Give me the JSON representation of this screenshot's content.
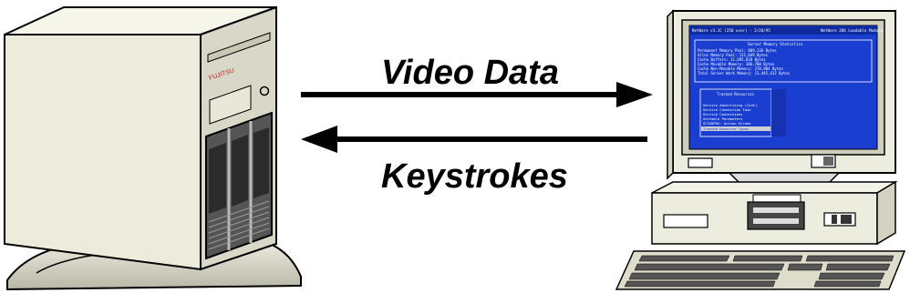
{
  "diagram": {
    "arrow_top_label": "Video Data",
    "arrow_bottom_label": "Keystrokes"
  },
  "server": {
    "brand": "FUJITSU"
  },
  "monitor_screen": {
    "title_left": "NetWare v3.1C (250 user) - 2/20/95",
    "title_right": "NetWare 386 Loadable Module",
    "panel_title": "Server Memory Statistics",
    "stats": [
      "Permanent Memory Pool:      809,136 Bytes",
      "Alloc Memory Pool:          111,649 Bytes",
      "Cache Buffers:           11,695,820 Bytes",
      "Cache Movable Memory:       306,708 Bytes",
      "Cache Non-Movable Memory:   278,904 Bytes",
      "Total Server Work Memory: 13,445,412 Bytes"
    ],
    "menu_title": "Tracked Resources",
    "menu_items": [
      "Service Advertising (Cont)",
      "Service Connection Task",
      "Service Connections",
      "Settable Parameters",
      "SCSIBPRS: Action Screen",
      "Tracked Resource Types"
    ]
  },
  "colors": {
    "screen_blue": "#1a3fd0",
    "server_body": "#ecebdc",
    "arrow": "#000000"
  }
}
